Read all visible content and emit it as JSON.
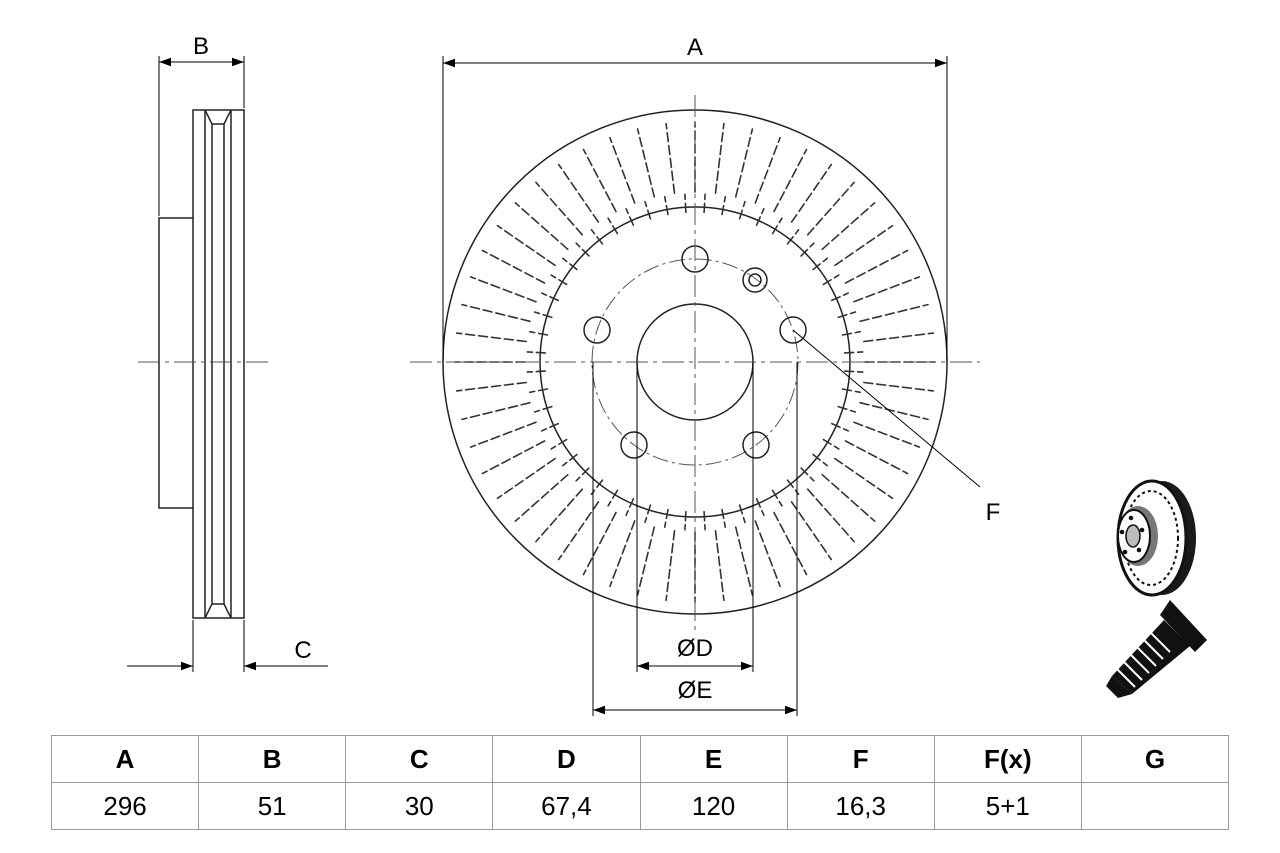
{
  "drawing": {
    "dimension_labels": {
      "width_total": "B",
      "diameter_outer": "A",
      "thickness": "C",
      "centre_bore": "ØD",
      "pitch_circle": "ØE",
      "bolt_hole": "F"
    }
  },
  "spec_table": {
    "headers": [
      "A",
      "B",
      "C",
      "D",
      "E",
      "F",
      "F(x)",
      "G"
    ],
    "values": [
      "296",
      "51",
      "30",
      "67,4",
      "120",
      "16,3",
      "5+1",
      ""
    ]
  }
}
